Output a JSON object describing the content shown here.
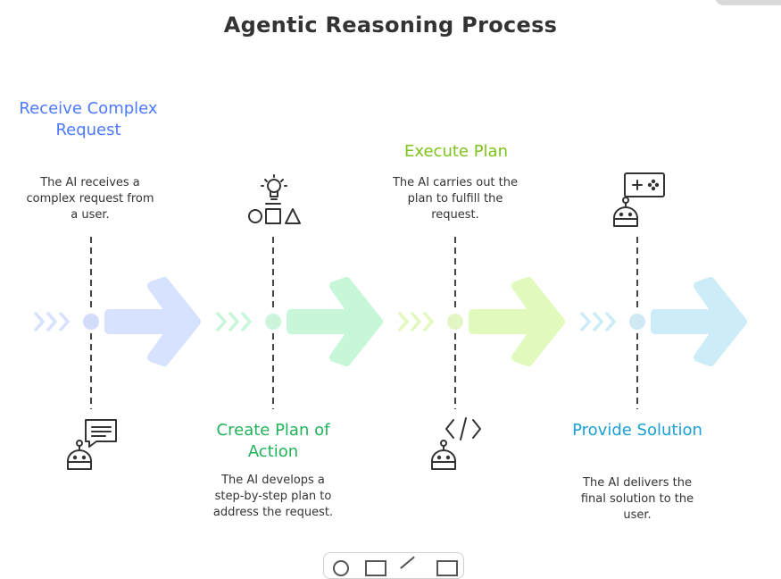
{
  "title": "Agentic Reasoning Process",
  "steps": [
    {
      "title": "Receive Complex Request",
      "description": "The AI receives a complex request from a user.",
      "color": "#4d79ff",
      "arrow_color": "#d6e2ff",
      "dot_color": "#d3dcfb",
      "icon": "robot-chat-icon"
    },
    {
      "title": "Create Plan of Action",
      "description": "The AI develops a step-by-step plan to address the request.",
      "color": "#22b35a",
      "arrow_color": "#c7f7d8",
      "dot_color": "#cdf5db",
      "icon": "lightbulb-shapes-icon"
    },
    {
      "title": "Execute Plan",
      "description": "The AI carries out the plan to fulfill the request.",
      "color": "#7cc41c",
      "arrow_color": "#e2f9bd",
      "dot_color": "#e3f5c4",
      "icon": "robot-code-icon"
    },
    {
      "title": "Provide Solution",
      "description": "The AI delivers the final solution to the user.",
      "color": "#1a9fd6",
      "arrow_color": "#ccedf8",
      "dot_color": "#cfeaf4",
      "icon": "robot-gamepad-icon"
    }
  ],
  "line_color": "#444444",
  "icon_color": "#333333"
}
